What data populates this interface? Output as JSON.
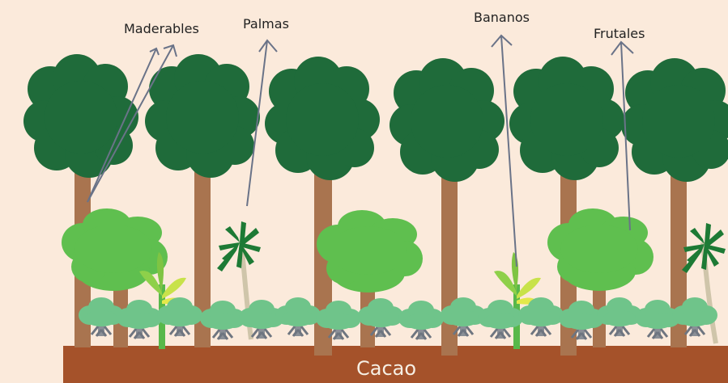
{
  "labels": {
    "maderables": "Maderables",
    "palmas": "Palmas",
    "bananos": "Bananos",
    "frutales": "Frutales",
    "cacao": "Cacao"
  },
  "colors": {
    "background": "#fbeadb",
    "ground": "#a5522a",
    "trunk": "#a9744f",
    "canopy_dark": "#1f6b3a",
    "fruit_tree": "#5fbf4f",
    "cacao_shrub": "#6fc48a",
    "palm": "#1d7a35",
    "banana": "#8ed04a",
    "arrow": "#6a7388"
  }
}
